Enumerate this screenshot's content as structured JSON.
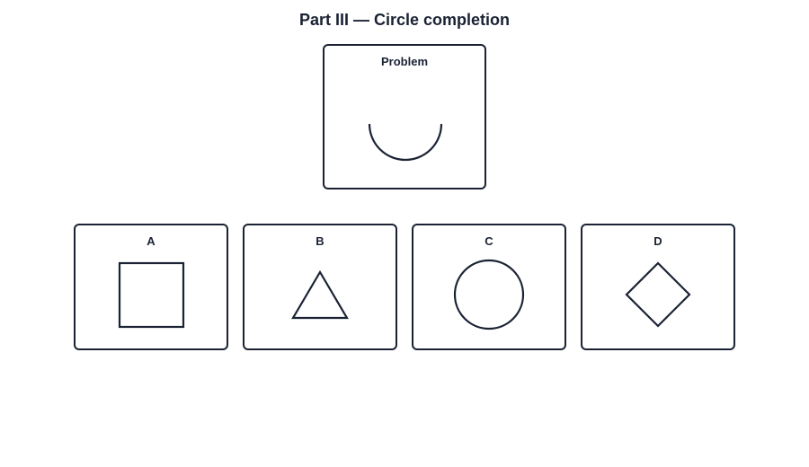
{
  "title": "Part III — Circle completion",
  "problem": {
    "label": "Problem",
    "figure": "semicircle-arc-open-top"
  },
  "options": [
    {
      "label": "A",
      "figure": "square"
    },
    {
      "label": "B",
      "figure": "triangle"
    },
    {
      "label": "C",
      "figure": "circle"
    },
    {
      "label": "D",
      "figure": "diamond"
    }
  ],
  "colors": {
    "stroke": "#1a2233",
    "background": "#ffffff"
  }
}
